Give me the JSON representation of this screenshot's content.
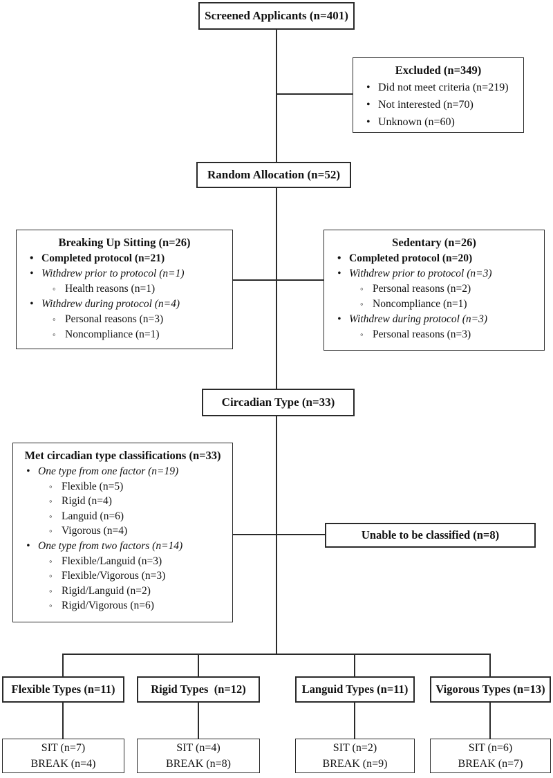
{
  "colors": {
    "background": "#ffffff",
    "border": "#2a2a2a",
    "line": "#2a2a2a",
    "text": "#111111"
  },
  "icons": {
    "bullet_level1": "•",
    "bullet_level2": "◦"
  },
  "flow": {
    "screened": {
      "title": "Screened Applicants (n=401)"
    },
    "excluded": {
      "title": "Excluded (n=349)",
      "items": [
        "Did not meet criteria (n=219)",
        "Not interested (n=70)",
        "Unknown (n=60)"
      ]
    },
    "random_allocation": {
      "title": "Random Allocation (n=52)"
    },
    "breaking_up_sitting": {
      "title": "Breaking Up Sitting (n=26)",
      "items": [
        {
          "text": "Completed protocol (n=21)",
          "level": 1,
          "style": "bold"
        },
        {
          "text": "Withdrew prior to protocol (n=1)",
          "level": 1,
          "style": "italic"
        },
        {
          "text": "Health reasons (n=1)",
          "level": 2,
          "style": "normal"
        },
        {
          "text": "Withdrew during protocol (n=4)",
          "level": 1,
          "style": "italic"
        },
        {
          "text": "Personal reasons (n=3)",
          "level": 2,
          "style": "normal"
        },
        {
          "text": "Noncompliance (n=1)",
          "level": 2,
          "style": "normal"
        }
      ]
    },
    "sedentary": {
      "title": "Sedentary (n=26)",
      "items": [
        {
          "text": "Completed protocol (n=20)",
          "level": 1,
          "style": "bold"
        },
        {
          "text": "Withdrew prior to protocol (n=3)",
          "level": 1,
          "style": "italic"
        },
        {
          "text": "Personal reasons (n=2)",
          "level": 2,
          "style": "normal"
        },
        {
          "text": "Noncompliance (n=1)",
          "level": 2,
          "style": "normal"
        },
        {
          "text": "Withdrew during protocol (n=3)",
          "level": 1,
          "style": "italic"
        },
        {
          "text": "Personal reasons (n=3)",
          "level": 2,
          "style": "normal"
        }
      ]
    },
    "circadian": {
      "title": "Circadian Type (n=33)"
    },
    "met_classifications": {
      "title": "Met circadian type classifications (n=33)",
      "items": [
        {
          "text": "One type from one factor (n=19)",
          "level": 1,
          "style": "italic"
        },
        {
          "text": "Flexible (n=5)",
          "level": 2,
          "style": "normal"
        },
        {
          "text": "Rigid (n=4)",
          "level": 2,
          "style": "normal"
        },
        {
          "text": "Languid (n=6)",
          "level": 2,
          "style": "normal"
        },
        {
          "text": "Vigorous (n=4)",
          "level": 2,
          "style": "normal"
        },
        {
          "text": "One type from two factors (n=14)",
          "level": 1,
          "style": "italic"
        },
        {
          "text": "Flexible/Languid (n=3)",
          "level": 2,
          "style": "normal"
        },
        {
          "text": "Flexible/Vigorous (n=3)",
          "level": 2,
          "style": "normal"
        },
        {
          "text": "Rigid/Languid (n=2)",
          "level": 2,
          "style": "normal"
        },
        {
          "text": "Rigid/Vigorous (n=6)",
          "level": 2,
          "style": "normal"
        }
      ]
    },
    "unable": {
      "title": "Unable to be classified (n=8)"
    },
    "types": [
      {
        "title": "Flexible Types (n=11)",
        "sit_label": "SIT (n=7)",
        "break_label": "BREAK (n=4)"
      },
      {
        "title": "Rigid Types  (n=12)",
        "sit_label": "SIT (n=4)",
        "break_label": "BREAK (n=8)"
      },
      {
        "title": "Languid Types (n=11)",
        "sit_label": "SIT (n=2)",
        "break_label": "BREAK (n=9)"
      },
      {
        "title": "Vigorous Types (n=13)",
        "sit_label": "SIT (n=6)",
        "break_label": "BREAK (n=7)"
      }
    ]
  }
}
